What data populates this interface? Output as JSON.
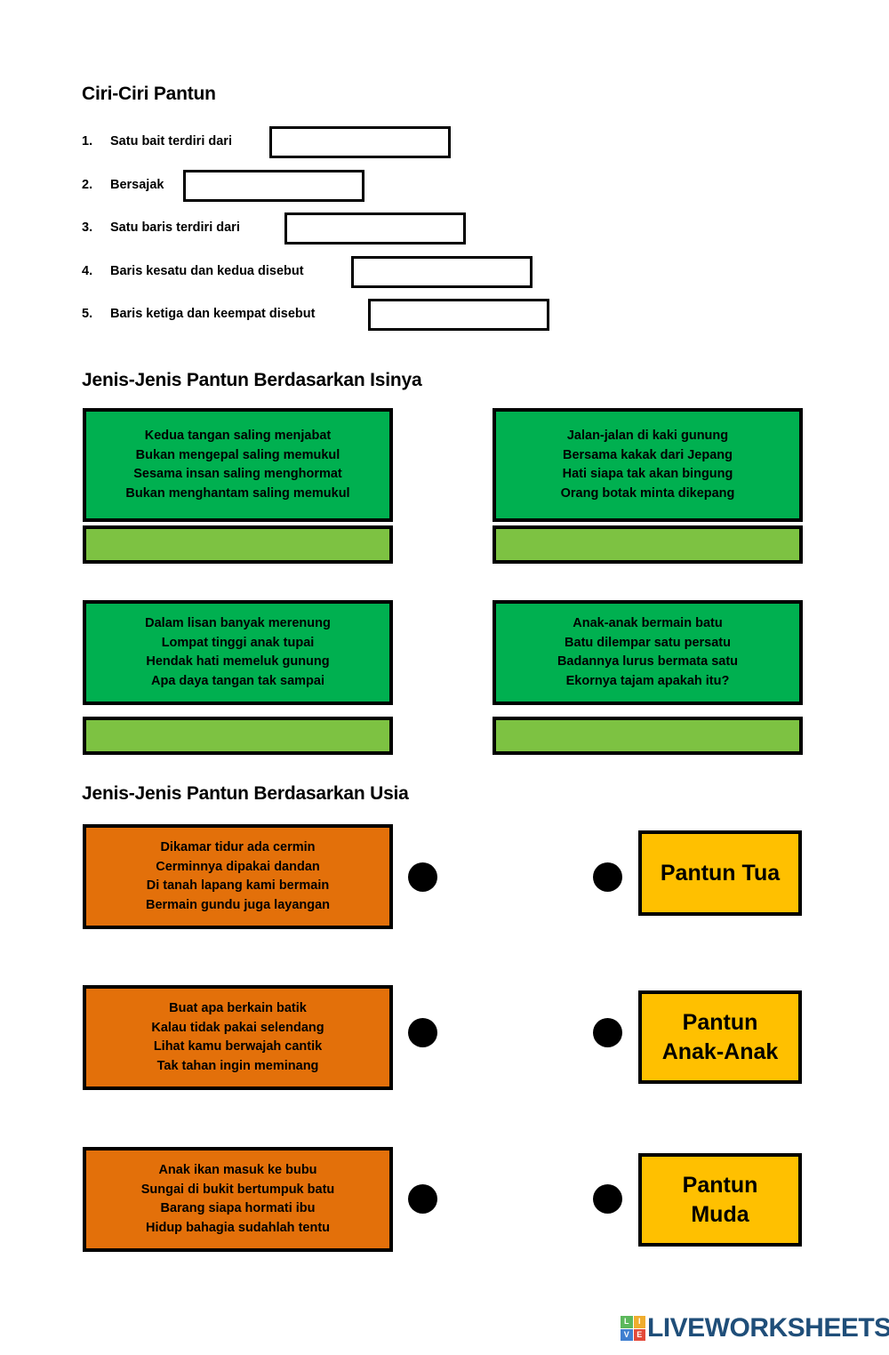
{
  "sections": {
    "ciri": {
      "heading": "Ciri-Ciri Pantun",
      "items": [
        {
          "num": "1.",
          "text": "Satu bait terdiri dari"
        },
        {
          "num": "2.",
          "text": "Bersajak"
        },
        {
          "num": "3.",
          "text": "Satu baris terdiri dari"
        },
        {
          "num": "4.",
          "text": "Baris kesatu dan kedua disebut"
        },
        {
          "num": "5.",
          "text": "Baris ketiga dan keempat disebut"
        }
      ],
      "answers": [
        "",
        "",
        "",
        "",
        ""
      ]
    },
    "isinya": {
      "heading": "Jenis-Jenis Pantun Berdasarkan Isinya",
      "cards": [
        {
          "lines": [
            "Kedua tangan saling menjabat",
            "Bukan mengepal saling memukul",
            "Sesama insan saling menghormat",
            "Bukan menghantam saling memukul"
          ],
          "answer": ""
        },
        {
          "lines": [
            "Jalan-jalan di kaki gunung",
            "Bersama kakak dari Jepang",
            "Hati siapa tak akan bingung",
            "Orang botak minta dikepang"
          ],
          "answer": ""
        },
        {
          "lines": [
            "Dalam lisan banyak merenung",
            "Lompat tinggi anak tupai",
            "Hendak hati memeluk gunung",
            "Apa daya tangan tak sampai"
          ],
          "answer": ""
        },
        {
          "lines": [
            "Anak-anak bermain batu",
            "Batu dilempar satu persatu",
            "Badannya lurus bermata satu",
            "Ekornya tajam apakah itu?"
          ],
          "answer": ""
        }
      ]
    },
    "usia": {
      "heading": "Jenis-Jenis Pantun Berdasarkan Usia",
      "pantun_cards": [
        {
          "lines": [
            "Dikamar tidur ada cermin",
            "Cerminnya dipakai dandan",
            "Di tanah lapang kami bermain",
            "Bermain gundu juga layangan"
          ]
        },
        {
          "lines": [
            "Buat apa berkain batik",
            "Kalau tidak pakai selendang",
            "Lihat kamu berwajah cantik",
            "Tak tahan ingin meminang"
          ]
        },
        {
          "lines": [
            "Anak ikan masuk ke bubu",
            "Sungai di bukit bertumpuk batu",
            "Barang siapa hormati ibu",
            "Hidup bahagia sudahlah tentu"
          ]
        }
      ],
      "label_cards": [
        {
          "lines": [
            "Pantun Tua"
          ]
        },
        {
          "lines": [
            "Pantun",
            "Anak-Anak"
          ]
        },
        {
          "lines": [
            "Pantun",
            "Muda"
          ]
        }
      ]
    }
  },
  "footer": {
    "logo_tiles": [
      "L",
      "I",
      "V",
      "E"
    ],
    "wordmark": "LIVEWORKSHEETS"
  },
  "colors": {
    "dark_green": "#00b050",
    "light_green": "#7dc242",
    "orange": "#e3700a",
    "yellow": "#ffc000",
    "logo_blue": "#1f4e79",
    "outline": "#000000"
  }
}
